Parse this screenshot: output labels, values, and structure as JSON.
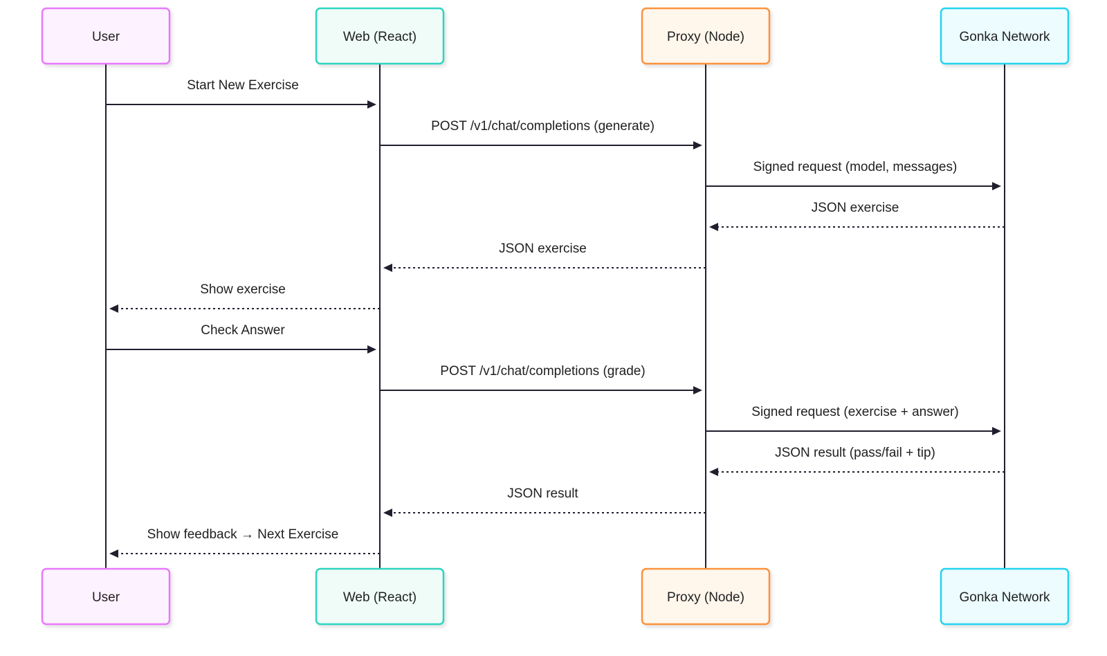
{
  "participants": [
    {
      "id": "user",
      "label": "User",
      "stroke": "#e879f9",
      "fill": "#fdf2ff"
    },
    {
      "id": "web",
      "label": "Web (React)",
      "stroke": "#2dd4bf",
      "fill": "#effcf8"
    },
    {
      "id": "proxy",
      "label": "Proxy (Node)",
      "stroke": "#fb923c",
      "fill": "#fff6ec"
    },
    {
      "id": "gonka",
      "label": "Gonka Network",
      "stroke": "#22d3ee",
      "fill": "#ecfcff"
    }
  ],
  "messages": [
    {
      "from": "user",
      "to": "web",
      "label": "Start New Exercise",
      "style": "solid"
    },
    {
      "from": "web",
      "to": "proxy",
      "label": "POST /v1/chat/completions (generate)",
      "style": "solid"
    },
    {
      "from": "proxy",
      "to": "gonka",
      "label": "Signed request (model, messages)",
      "style": "solid"
    },
    {
      "from": "gonka",
      "to": "proxy",
      "label": "JSON exercise",
      "style": "dashed"
    },
    {
      "from": "proxy",
      "to": "web",
      "label": "JSON exercise",
      "style": "dashed"
    },
    {
      "from": "web",
      "to": "user",
      "label": "Show exercise",
      "style": "dashed"
    },
    {
      "from": "user",
      "to": "web",
      "label": "Check Answer",
      "style": "solid"
    },
    {
      "from": "web",
      "to": "proxy",
      "label": "POST /v1/chat/completions (grade)",
      "style": "solid"
    },
    {
      "from": "proxy",
      "to": "gonka",
      "label": "Signed request (exercise + answer)",
      "style": "solid"
    },
    {
      "from": "gonka",
      "to": "proxy",
      "label": "JSON result (pass/fail + tip)",
      "style": "dashed"
    },
    {
      "from": "proxy",
      "to": "web",
      "label": "JSON result",
      "style": "dashed"
    },
    {
      "from": "web",
      "to": "user",
      "label": "Show feedback → Next Exercise",
      "style": "dashed"
    }
  ]
}
